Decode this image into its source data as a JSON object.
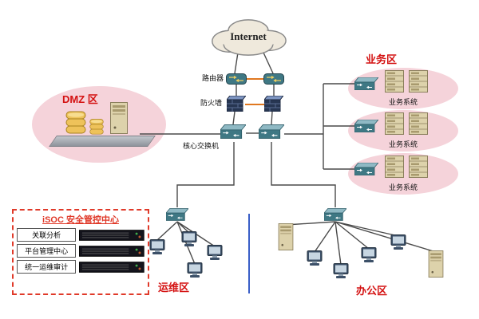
{
  "labels": {
    "internet": "Internet",
    "router": "路由器",
    "firewall": "防火墙",
    "core_switch": "核心交换机",
    "dmz": "DMZ 区",
    "business_zone": "业务区",
    "business_system_1": "业务系统",
    "business_system_2": "业务系统",
    "business_system_3": "业务系统",
    "isoc_title": "iSOC 安全管控中心",
    "isoc_item_1": "关联分析",
    "isoc_item_2": "平台管理中心",
    "isoc_item_3": "统一运维审计",
    "ops_zone": "运维区",
    "office_zone": "办公区"
  },
  "colors": {
    "zone_fill": "#f5d3da",
    "accent_red": "#d41111",
    "line": "#4a4a4a",
    "link_orange": "#e07820",
    "divider_blue": "#3a5fc8",
    "device_teal": "#3f7884",
    "server_tan": "#ddd2ab"
  }
}
